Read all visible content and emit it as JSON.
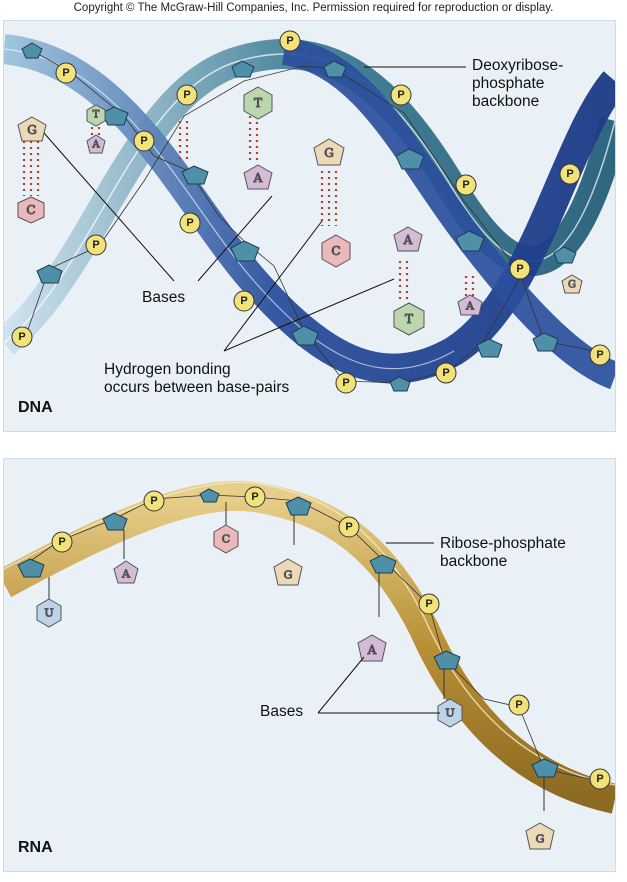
{
  "copyright": "Copyright © The McGraw-Hill Companies, Inc. Permission required for reproduction or display.",
  "dna": {
    "panel_label": "DNA",
    "backbone_label_lines": [
      "Deoxyribose-",
      "phosphate",
      "backbone"
    ],
    "bases_label": "Bases",
    "hbond_label_lines": [
      "Hydrogen bonding",
      "occurs between base-pairs"
    ],
    "phosphate_symbol": "P",
    "base_letters": [
      "G",
      "C",
      "T",
      "A",
      "T",
      "A",
      "G",
      "C",
      "A",
      "T",
      "A",
      "G"
    ]
  },
  "rna": {
    "panel_label": "RNA",
    "backbone_label_lines": [
      "Ribose-phosphate",
      "backbone"
    ],
    "bases_label": "Bases",
    "phosphate_symbol": "P",
    "base_letters": [
      "U",
      "A",
      "C",
      "G",
      "A",
      "U",
      "G"
    ]
  },
  "colors": {
    "panel_bg": "#eaf1f6",
    "dna_strand_dark": "#1f3f8f",
    "dna_strand_light": "#8fbbd6",
    "rna_strand": "#c9a24a",
    "phosphate": "#f2e27a",
    "sugar": "#4f8fa8",
    "base_G": "#ecd9b8",
    "base_C": "#ebb8bc",
    "base_A": "#d4bbd8",
    "base_T": "#bcd6b0",
    "base_U": "#bcd3e8",
    "hbond": "#c0392b"
  }
}
